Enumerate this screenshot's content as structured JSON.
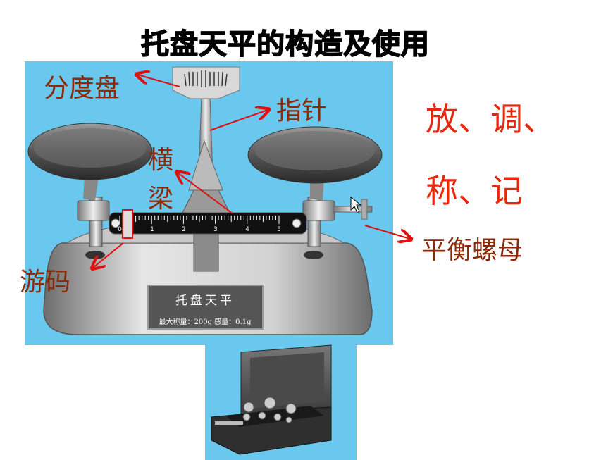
{
  "title": "托盘天平的构造及使用",
  "labels": {
    "dial": "分度盘",
    "pointer": "指针",
    "beam_1": "横",
    "beam_2": "梁",
    "rider": "游码",
    "balance_nut": "平衡螺母"
  },
  "steps": {
    "line1": "放、调、",
    "line2": "称、记"
  },
  "nameplate": {
    "name": "托盘天平",
    "spec": "最大称量：200g  感量：0.1g"
  },
  "scale_ticks": [
    "0",
    "1",
    "2",
    "3",
    "4",
    "5"
  ],
  "colors": {
    "panel_bg": "#6ac8ee",
    "label_color": "#8a2a08",
    "steps_color": "#e8280e",
    "arrow_color": "#e01010"
  }
}
